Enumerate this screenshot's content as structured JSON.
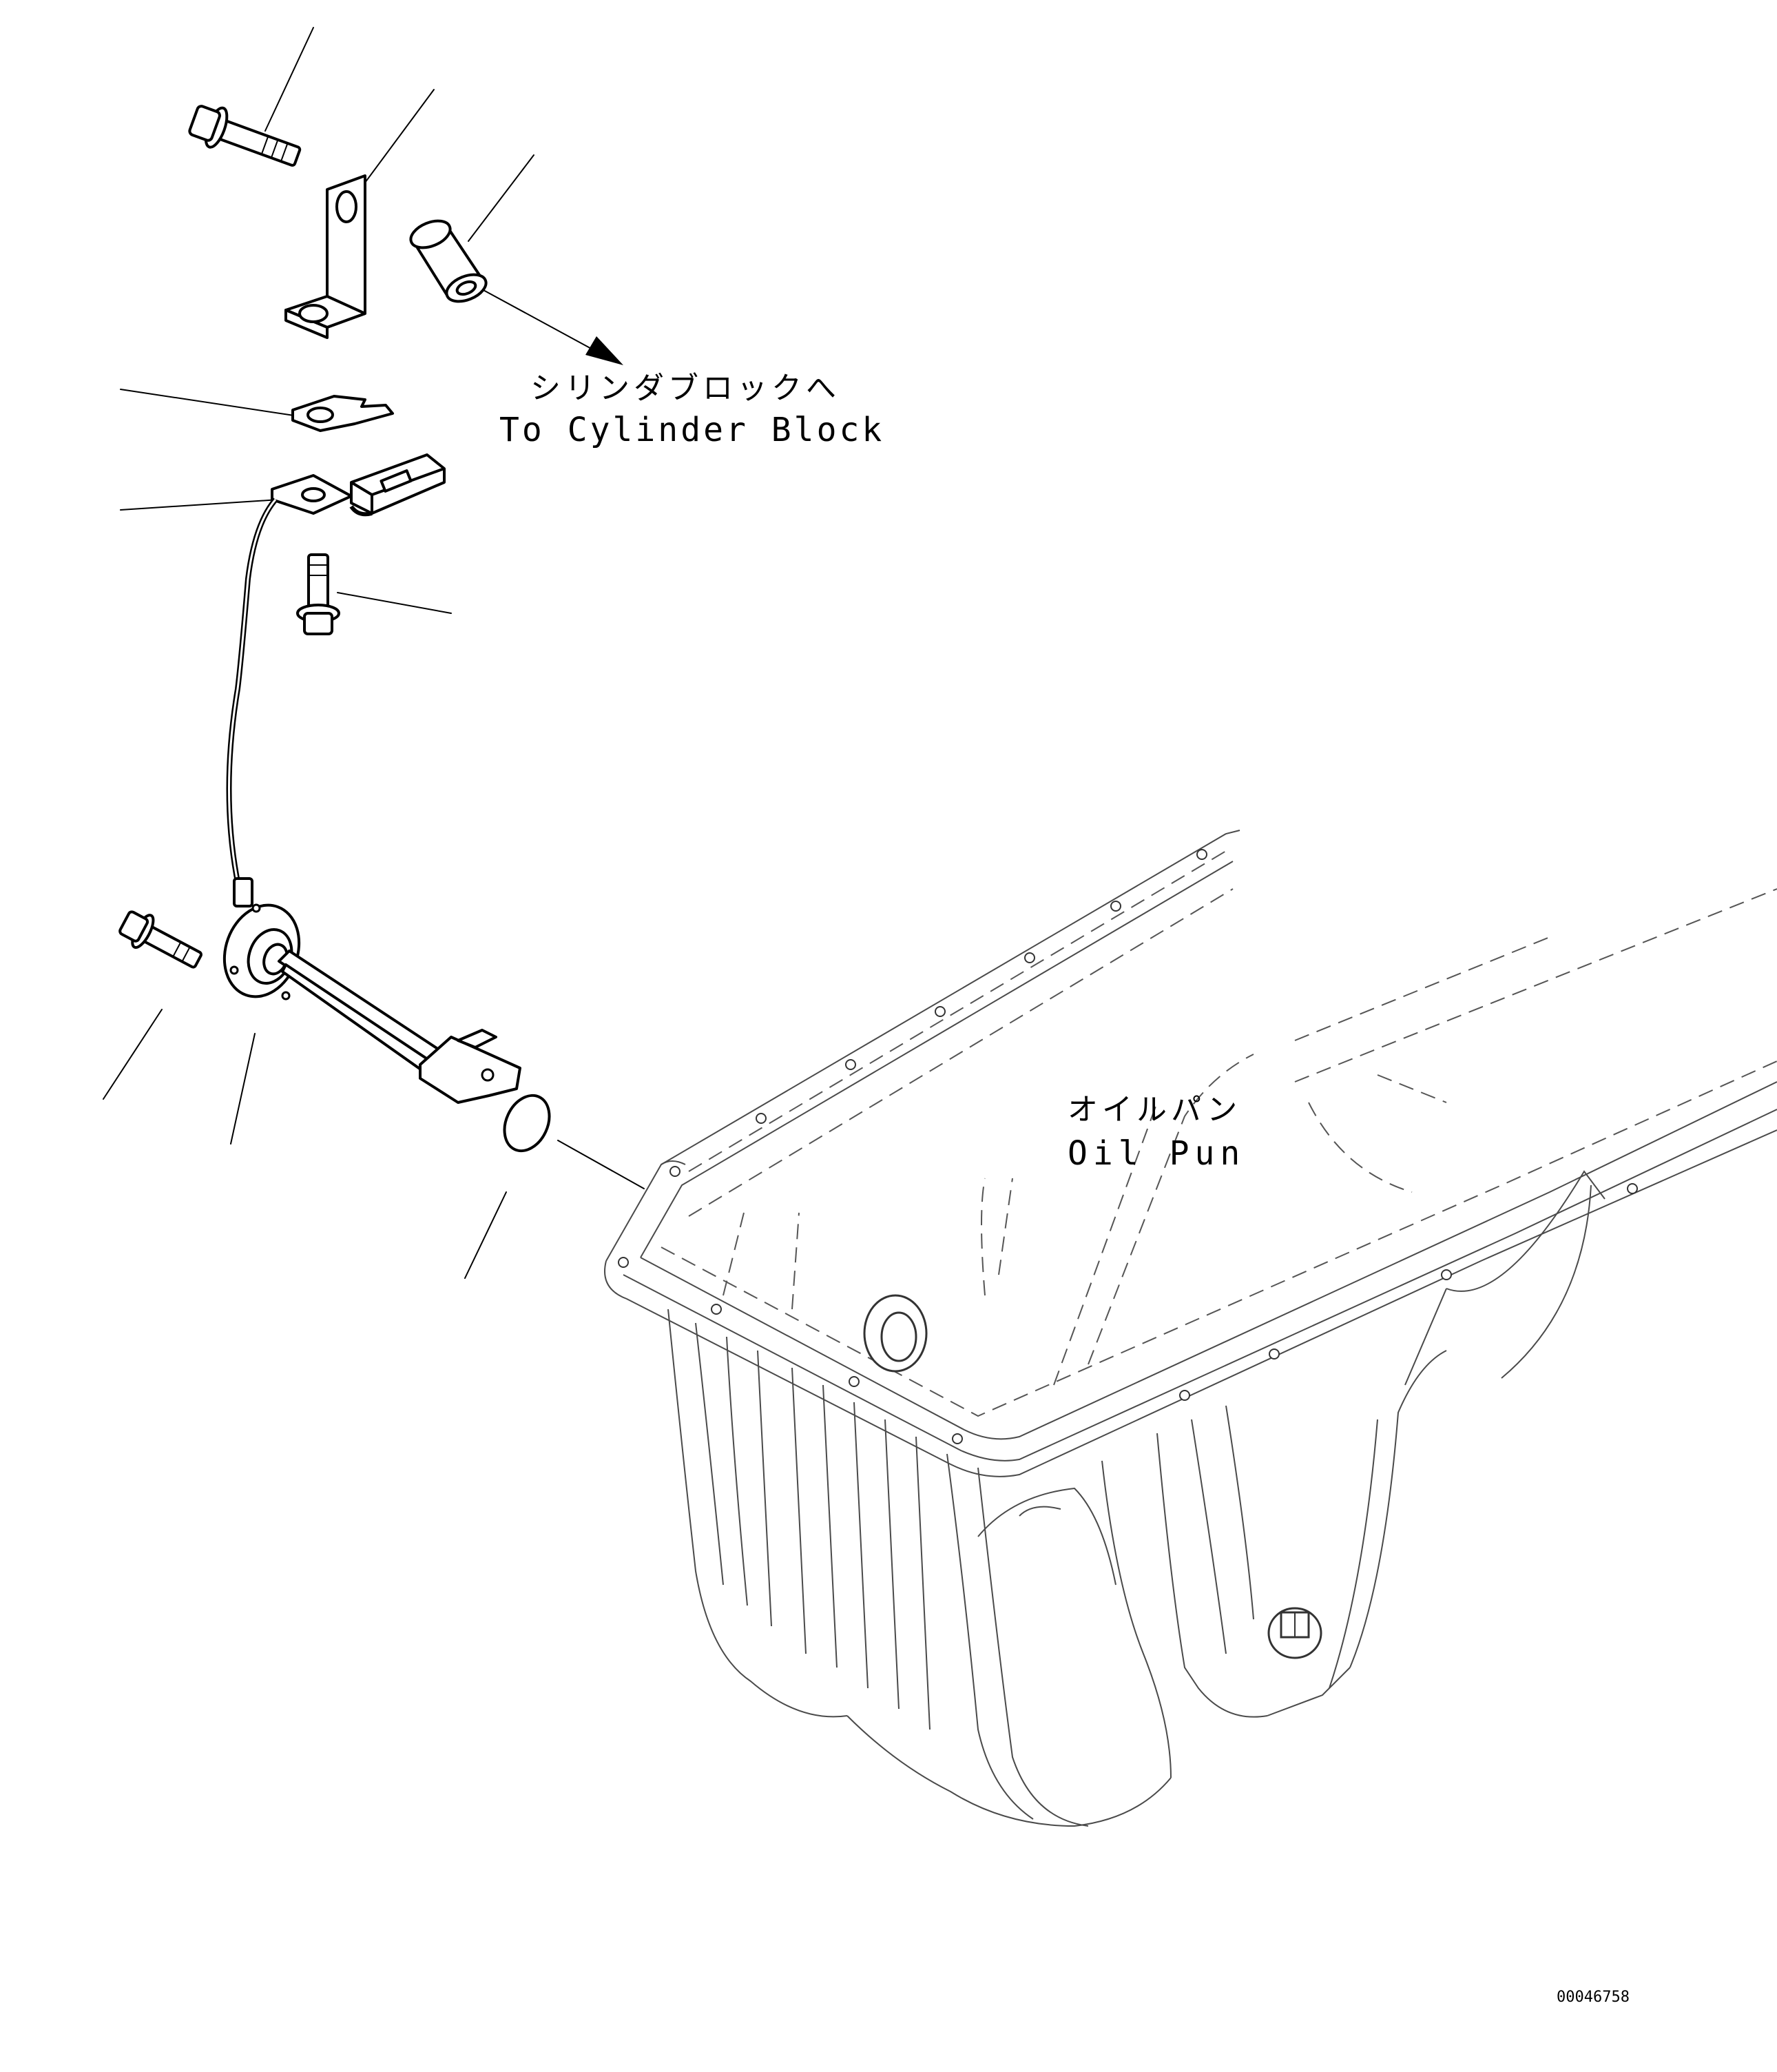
{
  "labels": {
    "to_cylinder_block_jp": "シリンダブロックへ",
    "to_cylinder_block_en": "To Cylinder Block",
    "oil_pan_jp": "オイルパン",
    "oil_pan_en": "Oil Pun",
    "drawing_number": "00046758"
  },
  "colors": {
    "line": "#000000",
    "background": "#ffffff"
  }
}
